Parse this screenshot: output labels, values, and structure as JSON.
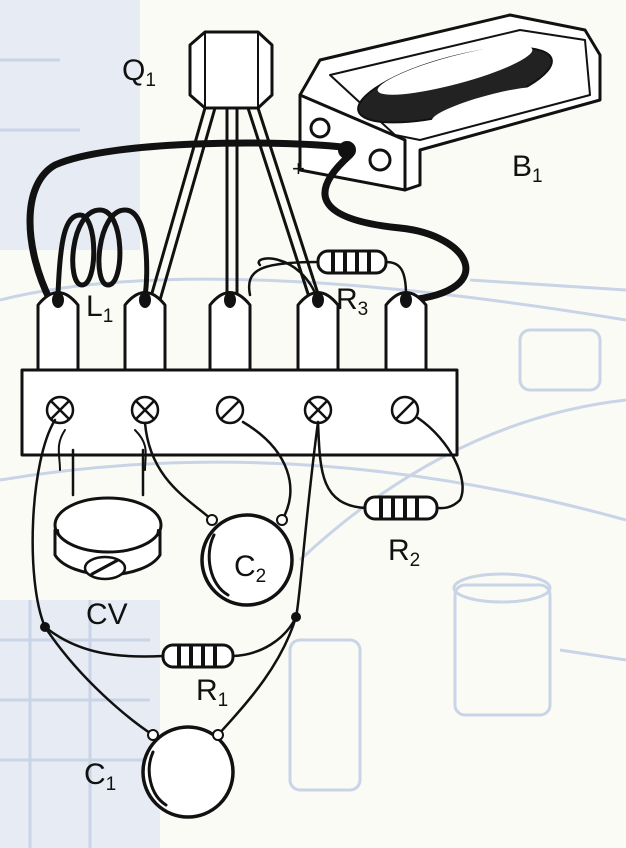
{
  "labels": {
    "q1": {
      "main": "Q",
      "sub": "1"
    },
    "b1": {
      "main": "B",
      "sub": "1"
    },
    "l1": {
      "main": "L",
      "sub": "1"
    },
    "r3": {
      "main": "R",
      "sub": "3"
    },
    "r2": {
      "main": "R",
      "sub": "2"
    },
    "r1": {
      "main": "R",
      "sub": "1"
    },
    "c2": {
      "main": "C",
      "sub": "2"
    },
    "c1": {
      "main": "C",
      "sub": "1"
    },
    "cv": {
      "main": "CV",
      "sub": ""
    },
    "plus": "+"
  },
  "colors": {
    "ink": "#111111",
    "paper": "#fbfbf6",
    "ghost": "#c9d4e6",
    "board": "#ffffff"
  }
}
